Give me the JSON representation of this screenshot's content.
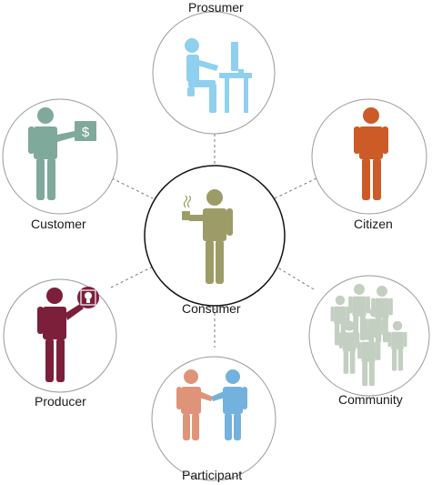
{
  "center": {
    "label": "Consumer"
  },
  "roles": [
    {
      "label": "Prosumer"
    },
    {
      "label": "Citizen"
    },
    {
      "label": "Community"
    },
    {
      "label": "Participant"
    },
    {
      "label": "Producer"
    },
    {
      "label": "Customer"
    }
  ],
  "customer_money_symbol": "$",
  "colors": {
    "consumer": "#9c9c68",
    "prosumer": "#8fd0ee",
    "customer": "#7fa99b",
    "citizen": "#cc5b27",
    "producer": "#7c1f3a",
    "community": "#c3cfc1",
    "participant_left": "#df9479",
    "participant_right": "#73b2df"
  }
}
